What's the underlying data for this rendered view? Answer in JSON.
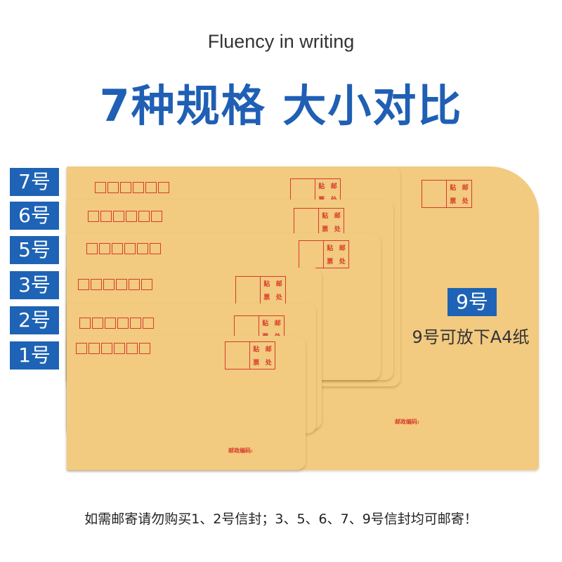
{
  "header": {
    "tagline": "Fluency in writing",
    "headline": "7种规格 大小对比"
  },
  "size_labels": [
    "7号",
    "6号",
    "5号",
    "3号",
    "2号",
    "1号"
  ],
  "envelope_9": {
    "label": "9号",
    "note": "9号可放下A4纸"
  },
  "stamp_text": [
    "贴",
    "邮",
    "票",
    "处"
  ],
  "postal_code_label": "邮政编码:",
  "footer_note": "如需邮寄请勿购买1、2号信封；3、5、6、7、9号信封均可邮寄！",
  "colors": {
    "accent_blue": "#1e63b5",
    "headline_blue": "#1f5fb4",
    "envelope_kraft": "#f2ca80",
    "print_red": "#d83b2a"
  }
}
